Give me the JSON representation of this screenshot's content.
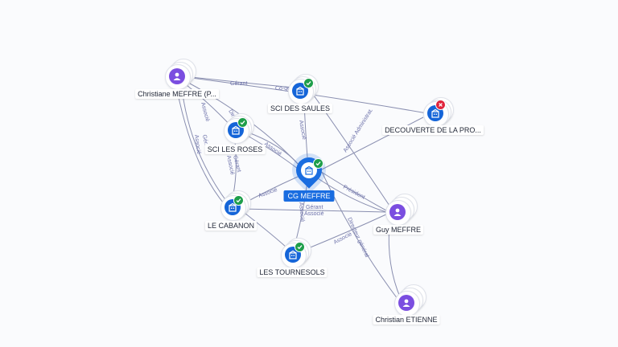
{
  "colors": {
    "company": "#1565d8",
    "person": "#7b4ee0",
    "active": "#1e9e4a",
    "closed": "#e0243c",
    "edge": "#8a8fb0",
    "edge_label": "#6a6fa8"
  },
  "nodes": {
    "christiane": {
      "label": "Christiane MEFFRE (P...",
      "type": "person",
      "icon": "user-icon"
    },
    "sci_saules": {
      "label": "SCI DES SAULES",
      "type": "company",
      "icon": "building-icon",
      "status": "active"
    },
    "decouverte": {
      "label": "DECOUVERTE DE LA PRO...",
      "type": "company",
      "icon": "building-icon",
      "status": "closed"
    },
    "sci_roses": {
      "label": "SCI LES ROSES",
      "type": "company",
      "icon": "building-icon",
      "status": "active"
    },
    "cg_meffre": {
      "label": "CG MEFFRE",
      "type": "company",
      "icon": "building-icon",
      "status": "active"
    },
    "le_cabanon": {
      "label": "LE CABANON",
      "type": "company",
      "icon": "building-icon",
      "status": "active"
    },
    "guy": {
      "label": "Guy MEFFRE",
      "type": "person",
      "icon": "user-icon"
    },
    "tournesols": {
      "label": "LES TOURNESOLS",
      "type": "company",
      "icon": "building-icon",
      "status": "active"
    },
    "christian": {
      "label": "Christian ETIENNE",
      "type": "person",
      "icon": "user-icon"
    }
  },
  "edge_labels": {
    "gerant_top": "Gérant",
    "cogestion": "Co-gestion",
    "associe_1": "Associé",
    "associe_2": "Associé",
    "associe_3": "Associé",
    "associe_4": "Associé",
    "associe_5": "Associé",
    "associe_6": "Associé",
    "associe_7": "Associé",
    "gerant_2": "Gérant",
    "gerant_3": "Gérant",
    "gerant_4": "Gér.",
    "associe_admin": "Associé Administrat.",
    "president": "Président",
    "dg": "Directeur général",
    "associe_8": "Associé",
    "dir": "Dir."
  }
}
